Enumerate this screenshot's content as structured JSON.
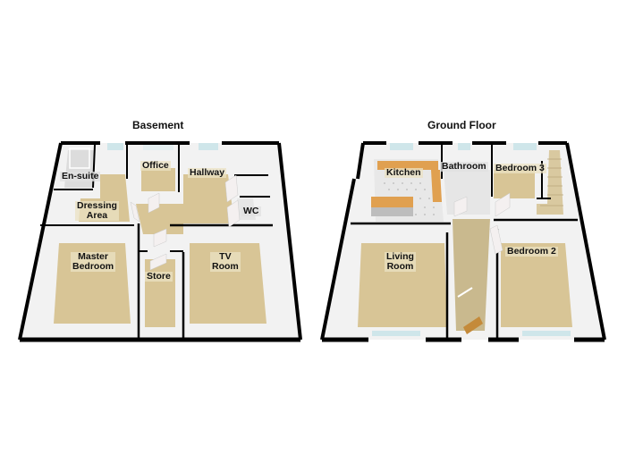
{
  "colors": {
    "background": "#ffffff",
    "wall": "#000000",
    "wall_face": "#f2f2f2",
    "carpet": "#d8c596",
    "tile_floor": "#e8e8e8",
    "worktop": "#e0a050",
    "window": "#cfe6ea",
    "stairs": "#d9c9a0"
  },
  "floors": [
    {
      "title": "Basement",
      "rooms": [
        {
          "name": "En-suite"
        },
        {
          "name": "Office"
        },
        {
          "name": "Hallway"
        },
        {
          "name": "Dressing Area",
          "line1": "Dressing",
          "line2": "Area"
        },
        {
          "name": "WC"
        },
        {
          "name": "Master Bedroom",
          "line1": "Master",
          "line2": "Bedroom"
        },
        {
          "name": "TV Room",
          "line1": "TV",
          "line2": "Room"
        },
        {
          "name": "Store"
        }
      ]
    },
    {
      "title": "Ground Floor",
      "rooms": [
        {
          "name": "Kitchen"
        },
        {
          "name": "Bathroom"
        },
        {
          "name": "Bedroom 3"
        },
        {
          "name": "Living Room",
          "line1": "Living",
          "line2": "Room"
        },
        {
          "name": "Bedroom 2"
        }
      ]
    }
  ]
}
